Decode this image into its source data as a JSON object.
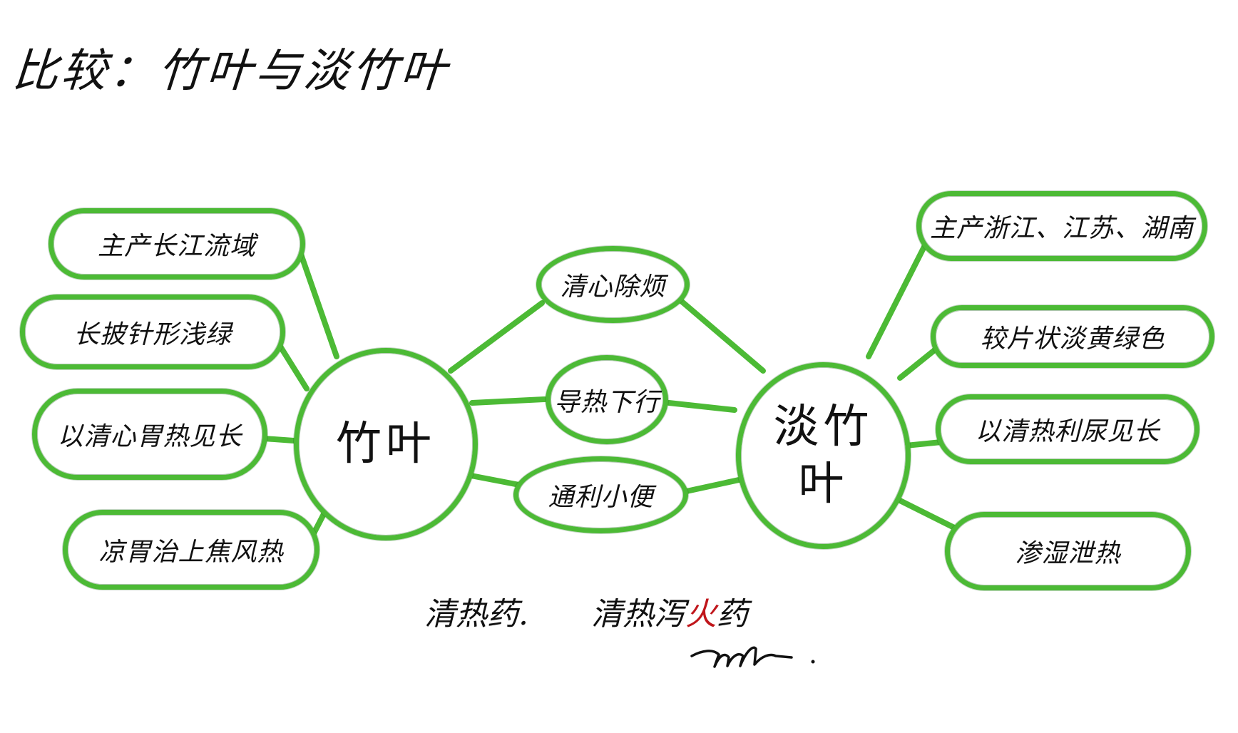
{
  "title": "比较：竹叶与淡竹叶",
  "colors": {
    "bubble_stroke": "#4cba35",
    "bubble_stroke_dark": "#2e7d22",
    "ink": "#111111",
    "accent_red": "#c0161b",
    "background": "#ffffff"
  },
  "left_hub": {
    "label": "竹叶",
    "attributes": [
      {
        "label": "主产长江流域"
      },
      {
        "label": "长披针形浅绿"
      },
      {
        "label": "以清心胃热见长"
      },
      {
        "label": "凉胃治上焦风热"
      }
    ]
  },
  "right_hub": {
    "label": "淡竹叶",
    "attributes": [
      {
        "label": "主产浙江、江苏、湖南"
      },
      {
        "label": "较片状淡黄绿色"
      },
      {
        "label": "以清热利尿见长"
      },
      {
        "label": "渗湿泄热"
      }
    ]
  },
  "shared": [
    {
      "label": "清心除烦"
    },
    {
      "label": "导热下行"
    },
    {
      "label": "通利小便"
    }
  ],
  "notes": {
    "left": "清热药.",
    "right_prefix": "清热泻",
    "right_accent": "火",
    "right_suffix": "药"
  }
}
